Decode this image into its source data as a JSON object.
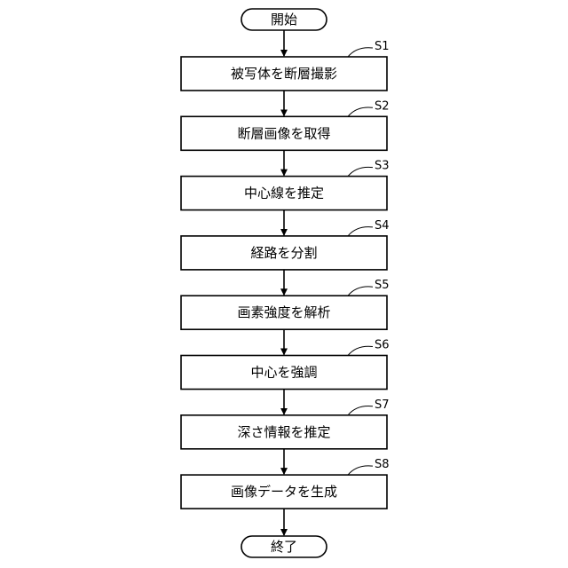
{
  "flowchart": {
    "start_label": "開始",
    "end_label": "終了",
    "steps": [
      {
        "id": "S1",
        "label": "被写体を断層撮影"
      },
      {
        "id": "S2",
        "label": "断層画像を取得"
      },
      {
        "id": "S3",
        "label": "中心線を推定"
      },
      {
        "id": "S4",
        "label": "経路を分割"
      },
      {
        "id": "S5",
        "label": "画素強度を解析"
      },
      {
        "id": "S6",
        "label": "中心を強調"
      },
      {
        "id": "S7",
        "label": "深さ情報を推定"
      },
      {
        "id": "S8",
        "label": "画像データを生成"
      }
    ]
  }
}
